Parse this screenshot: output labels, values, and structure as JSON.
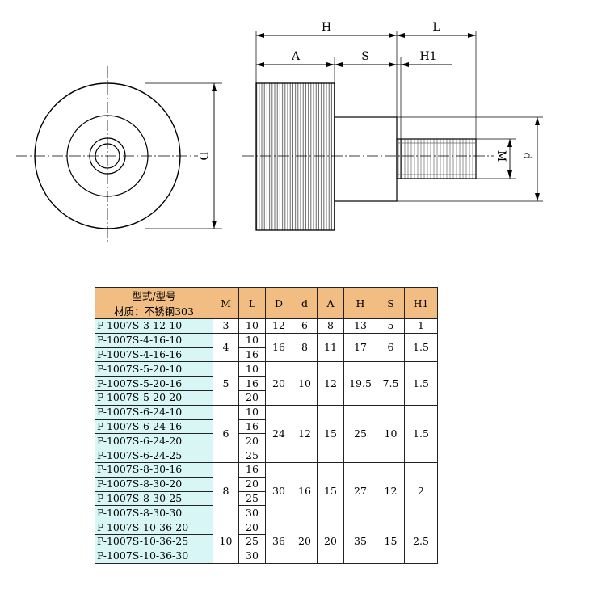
{
  "drawing": {
    "dimension_labels": {
      "H": "H",
      "L": "L",
      "A": "A",
      "S": "S",
      "H1": "H1",
      "D": "D",
      "M": "M",
      "d": "d"
    }
  },
  "table": {
    "header": {
      "model_line1": "型式/型号",
      "model_line2": "材质：不锈钢303",
      "columns": [
        "M",
        "L",
        "D",
        "d",
        "A",
        "H",
        "S",
        "H1"
      ]
    },
    "groups": [
      {
        "M": "3",
        "D": "12",
        "d": "6",
        "A": "8",
        "H": "13",
        "S": "5",
        "H1": "1",
        "rows": [
          {
            "model": "P-1007S-3-12-10",
            "L": "10"
          }
        ]
      },
      {
        "M": "4",
        "D": "16",
        "d": "8",
        "A": "11",
        "H": "17",
        "S": "6",
        "H1": "1.5",
        "rows": [
          {
            "model": "P-1007S-4-16-10",
            "L": "10"
          },
          {
            "model": "P-1007S-4-16-16",
            "L": "16"
          }
        ]
      },
      {
        "M": "5",
        "D": "20",
        "d": "10",
        "A": "12",
        "H": "19.5",
        "S": "7.5",
        "H1": "1.5",
        "rows": [
          {
            "model": "P-1007S-5-20-10",
            "L": "10"
          },
          {
            "model": "P-1007S-5-20-16",
            "L": "16"
          },
          {
            "model": "P-1007S-5-20-20",
            "L": "20"
          }
        ]
      },
      {
        "M": "6",
        "D": "24",
        "d": "12",
        "A": "15",
        "H": "25",
        "S": "10",
        "H1": "1.5",
        "rows": [
          {
            "model": "P-1007S-6-24-10",
            "L": "10"
          },
          {
            "model": "P-1007S-6-24-16",
            "L": "16"
          },
          {
            "model": "P-1007S-6-24-20",
            "L": "20"
          },
          {
            "model": "P-1007S-6-24-25",
            "L": "25"
          }
        ]
      },
      {
        "M": "8",
        "D": "30",
        "d": "16",
        "A": "15",
        "H": "27",
        "S": "12",
        "H1": "2",
        "rows": [
          {
            "model": "P-1007S-8-30-16",
            "L": "16"
          },
          {
            "model": "P-1007S-8-30-20",
            "L": "20"
          },
          {
            "model": "P-1007S-8-30-25",
            "L": "25"
          },
          {
            "model": "P-1007S-8-30-30",
            "L": "30"
          }
        ]
      },
      {
        "M": "10",
        "D": "36",
        "d": "20",
        "A": "20",
        "H": "35",
        "S": "15",
        "H1": "2.5",
        "rows": [
          {
            "model": "P-1007S-10-36-20",
            "L": "20"
          },
          {
            "model": "P-1007S-10-36-25",
            "L": "25"
          },
          {
            "model": "P-1007S-10-36-30",
            "L": "30"
          }
        ]
      }
    ]
  }
}
